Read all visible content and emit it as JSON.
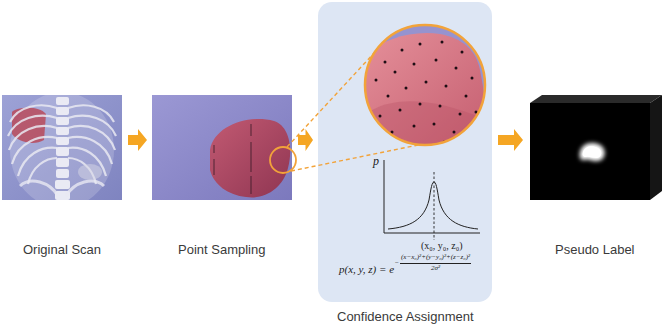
{
  "diagram": {
    "nodes": [
      {
        "text": [
          "Original Scan"
        ]
      },
      {
        "text": [
          "Point Sampling"
        ]
      },
      {
        "text": [
          "Confidence Assignment",
          "p",
          "(x₀, y₀, z₀)",
          "p(x, y, z) = e",
          "−",
          "(x−x₀)²+(y−y₀)²+(z−z₀)²",
          "2σ²"
        ]
      },
      {
        "text": [
          "Pseudo Label"
        ]
      }
    ],
    "edges": [
      {
        "from": 0,
        "to": 1,
        "arrow": "to"
      },
      {
        "from": 1,
        "to": 2,
        "arrow": "to"
      },
      {
        "from": 2,
        "to": 3,
        "arrow": "to"
      }
    ]
  }
}
